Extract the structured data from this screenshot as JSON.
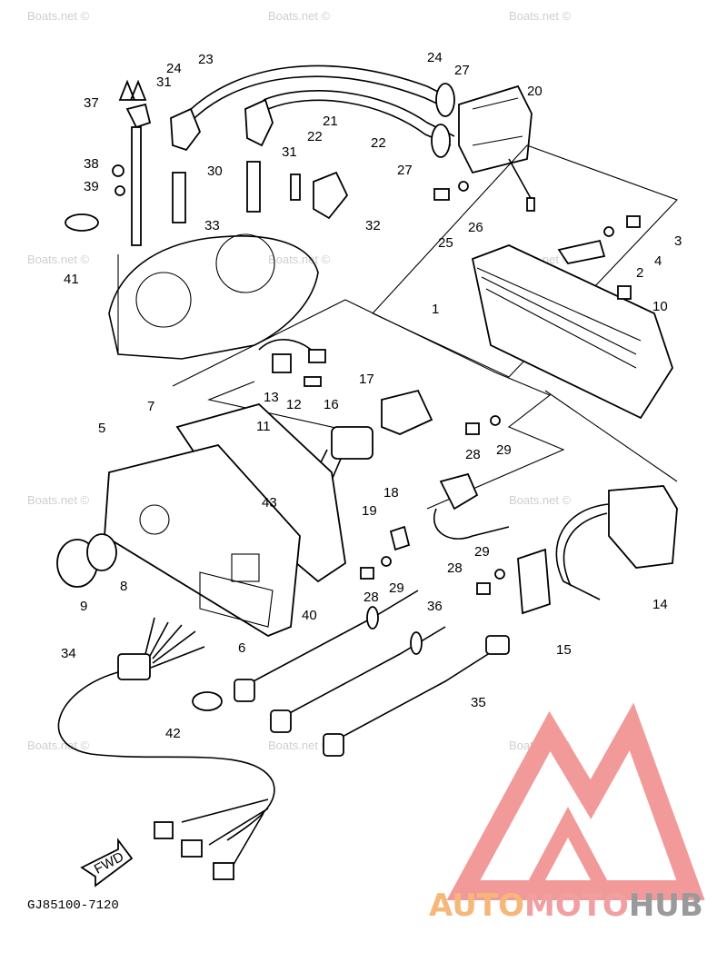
{
  "diagram": {
    "watermark": "Boats.net ©",
    "drawing_code": "GJ85100-7120",
    "fwd_label": "FWD",
    "part_labels": [
      "1",
      "2",
      "3",
      "4",
      "5",
      "6",
      "7",
      "8",
      "9",
      "10",
      "11",
      "12",
      "13",
      "14",
      "15",
      "16",
      "17",
      "18",
      "19",
      "20",
      "21",
      "22",
      "22",
      "23",
      "24",
      "24",
      "25",
      "26",
      "27",
      "27",
      "28",
      "28",
      "28",
      "29",
      "29",
      "29",
      "30",
      "31",
      "31",
      "32",
      "33",
      "34",
      "35",
      "36",
      "37",
      "38",
      "39",
      "40",
      "41",
      "42",
      "43"
    ]
  },
  "logo": {
    "brand_part1": "AUTO",
    "brand_part2": "MOTO",
    "brand_part3": "HUB",
    "colors": {
      "auto": "#f5b87a",
      "moto": "#f0a0a0",
      "hub": "#9a9a9a",
      "triangle": "#f29a9a"
    }
  }
}
